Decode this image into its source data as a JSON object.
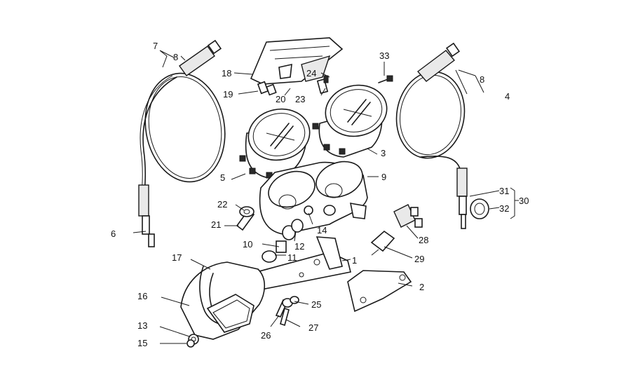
{
  "labels": {
    "p1": "1",
    "p2": "2",
    "p3": "3",
    "p4": "4",
    "p5": "5",
    "p6": "6",
    "p7": "7",
    "p8a": "8",
    "p8b": "8",
    "p9": "9",
    "p10": "10",
    "p11": "11",
    "p12": "12",
    "p13": "13",
    "p14": "14",
    "p15": "15",
    "p16": "16",
    "p17": "17",
    "p18": "18",
    "p19": "19",
    "p20": "20",
    "p21": "21",
    "p22": "22",
    "p23": "23",
    "p24": "24",
    "p25": "25",
    "p26": "26",
    "p27": "27",
    "p28": "28",
    "p29": "29",
    "p30": "30",
    "p31": "31",
    "p32": "32",
    "p33": "33"
  }
}
